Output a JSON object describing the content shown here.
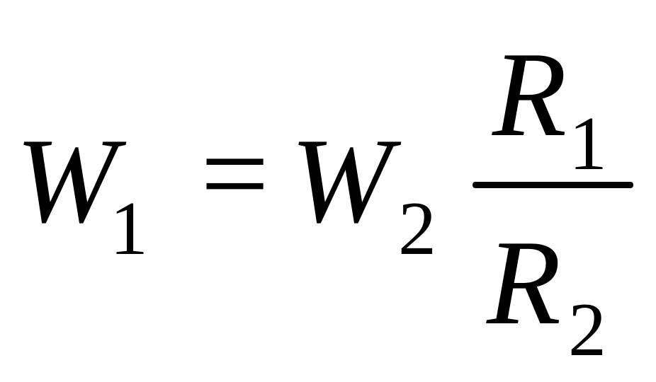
{
  "equation": {
    "lhs": {
      "symbol": "W",
      "subscript": "1"
    },
    "equals": "=",
    "rhs": {
      "symbol": "W",
      "subscript": "2",
      "fraction": {
        "numerator": {
          "symbol": "R",
          "subscript": "1"
        },
        "denominator": {
          "symbol": "R",
          "subscript": "2"
        }
      }
    }
  }
}
